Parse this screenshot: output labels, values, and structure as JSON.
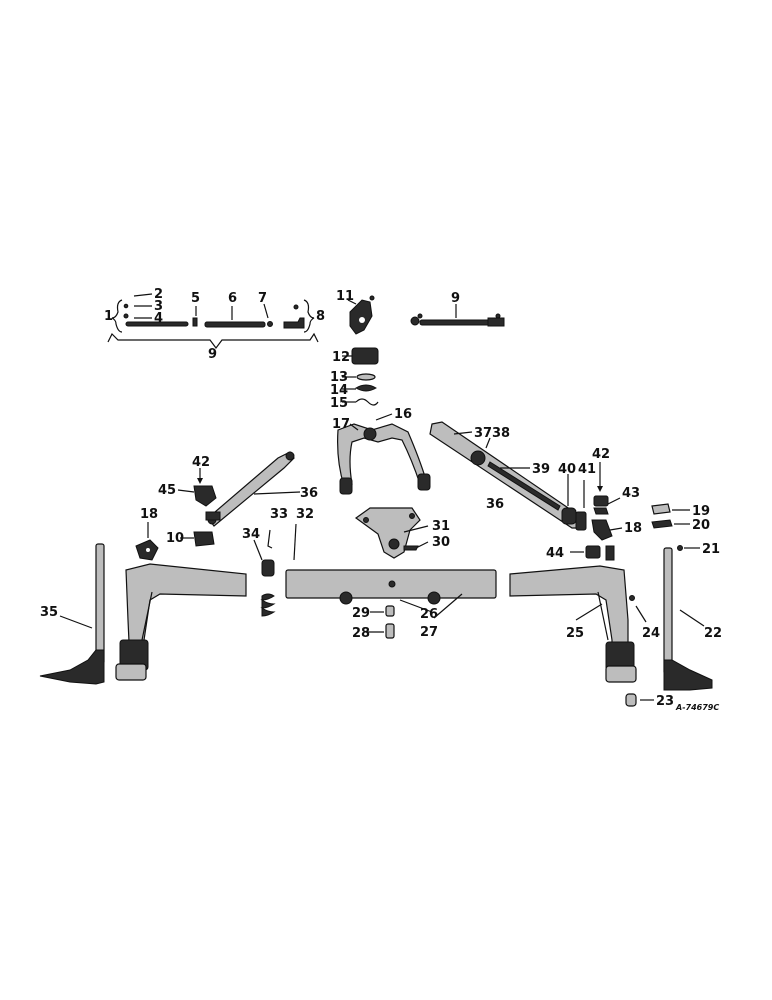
{
  "diagram": {
    "drawing_code": "A-74679C",
    "callouts": {
      "c1": "1",
      "c2": "2",
      "c3": "3",
      "c4": "4",
      "c5": "5",
      "c6": "6",
      "c7": "7",
      "c8": "8",
      "c9a": "9",
      "c9b": "9",
      "c10": "10",
      "c11": "11",
      "c12": "12",
      "c13": "13",
      "c14": "14",
      "c15": "15",
      "c16": "16",
      "c17": "17",
      "c18a": "18",
      "c18b": "18",
      "c19": "19",
      "c20": "20",
      "c21": "21",
      "c22": "22",
      "c23": "23",
      "c24": "24",
      "c25": "25",
      "c26": "26",
      "c27": "27",
      "c28": "28",
      "c29": "29",
      "c30": "30",
      "c31": "31",
      "c32": "32",
      "c33": "33",
      "c34": "34",
      "c35": "35",
      "c36a": "36",
      "c36b": "36",
      "c37": "37",
      "c38": "38",
      "c39": "39",
      "c40": "40",
      "c41": "41",
      "c42a": "42",
      "c42b": "42",
      "c43": "43",
      "c44": "44",
      "c45": "45"
    }
  }
}
